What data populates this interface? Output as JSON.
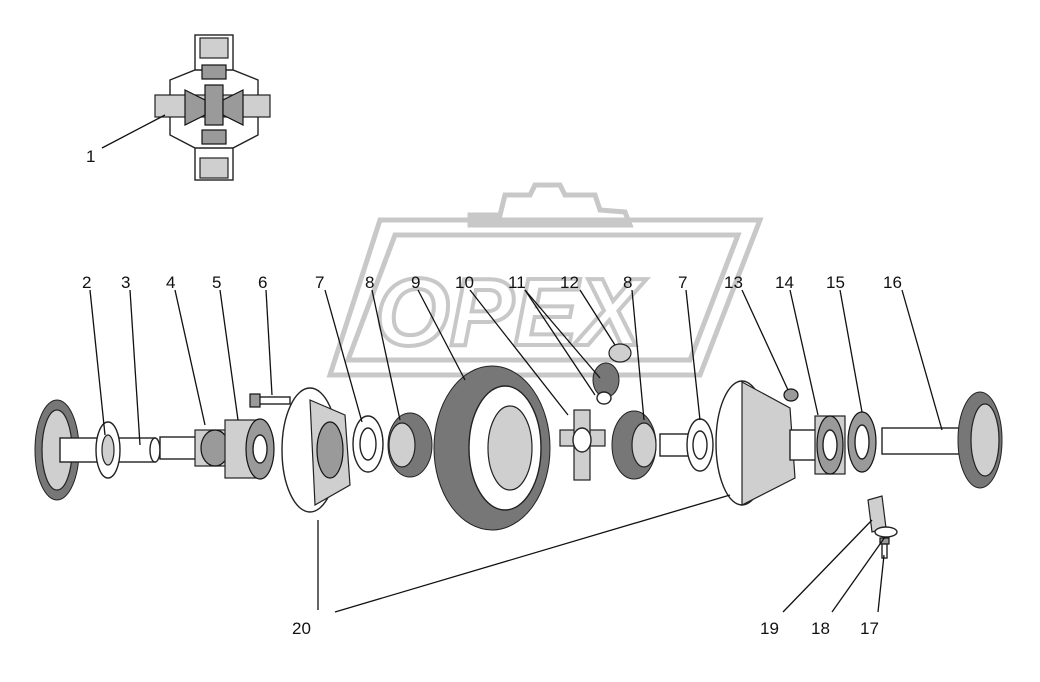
{
  "watermark": {
    "text": "OPEX"
  },
  "callouts": [
    {
      "id": "c1",
      "text": "1"
    },
    {
      "id": "c2",
      "text": "2"
    },
    {
      "id": "c3",
      "text": "3"
    },
    {
      "id": "c4",
      "text": "4"
    },
    {
      "id": "c5",
      "text": "5"
    },
    {
      "id": "c6",
      "text": "6"
    },
    {
      "id": "c7a",
      "text": "7"
    },
    {
      "id": "c8a",
      "text": "8"
    },
    {
      "id": "c9",
      "text": "9"
    },
    {
      "id": "c10",
      "text": "10"
    },
    {
      "id": "c11",
      "text": "11"
    },
    {
      "id": "c12",
      "text": "12"
    },
    {
      "id": "c8b",
      "text": "8"
    },
    {
      "id": "c7b",
      "text": "7"
    },
    {
      "id": "c13",
      "text": "13"
    },
    {
      "id": "c14",
      "text": "14"
    },
    {
      "id": "c15",
      "text": "15"
    },
    {
      "id": "c16",
      "text": "16"
    },
    {
      "id": "c17",
      "text": "17"
    },
    {
      "id": "c18",
      "text": "18"
    },
    {
      "id": "c19",
      "text": "19"
    },
    {
      "id": "c20",
      "text": "20"
    }
  ]
}
